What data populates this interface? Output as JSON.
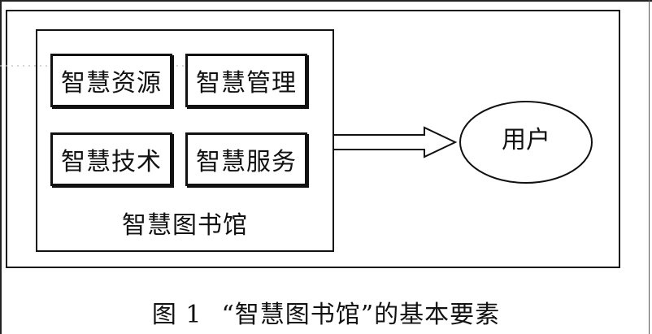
{
  "diagram": {
    "elements": [
      {
        "id": "resources",
        "label": "智慧资源"
      },
      {
        "id": "management",
        "label": "智慧管理"
      },
      {
        "id": "technology",
        "label": "智慧技术"
      },
      {
        "id": "services",
        "label": "智慧服务"
      }
    ],
    "container_label": "智慧图书馆",
    "target_label": "用户"
  },
  "caption": {
    "figure_number": "图 1",
    "text": "“智慧图书馆”的基本要素"
  }
}
